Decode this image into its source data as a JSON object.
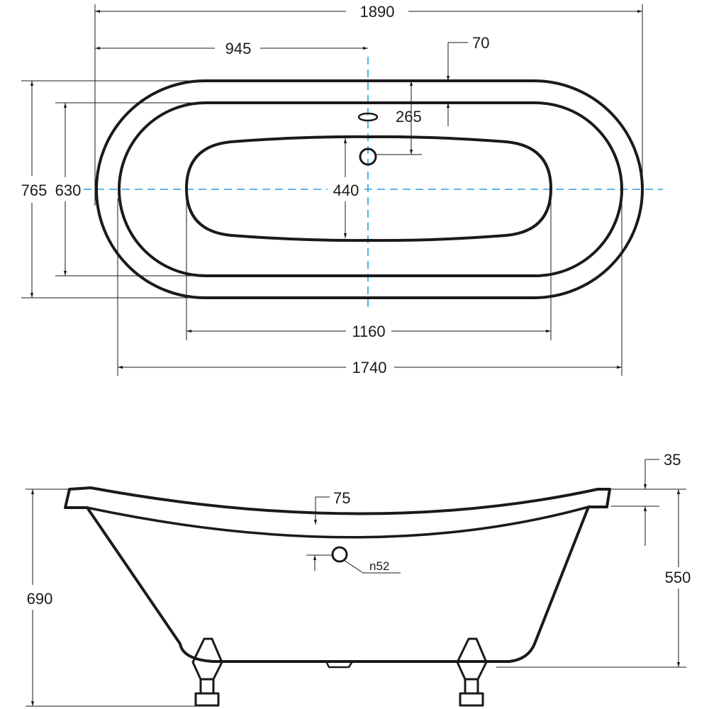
{
  "colors": {
    "outline": "#1a1a1a",
    "axis": "#2a9fd6",
    "background": "#ffffff"
  },
  "top_view": {
    "dimensions": {
      "overall_length": "1890",
      "half_length": "945",
      "rim_width": "70",
      "overflow_offset": "265",
      "overall_width": "765",
      "inner_width": "630",
      "basin_width": "440",
      "basin_length": "1160",
      "inner_length": "1740"
    }
  },
  "side_view": {
    "dimensions": {
      "top_rim": "35",
      "side_rim": "75",
      "overflow_diameter": "n52",
      "overflow_height": "550",
      "overall_height": "690"
    }
  }
}
